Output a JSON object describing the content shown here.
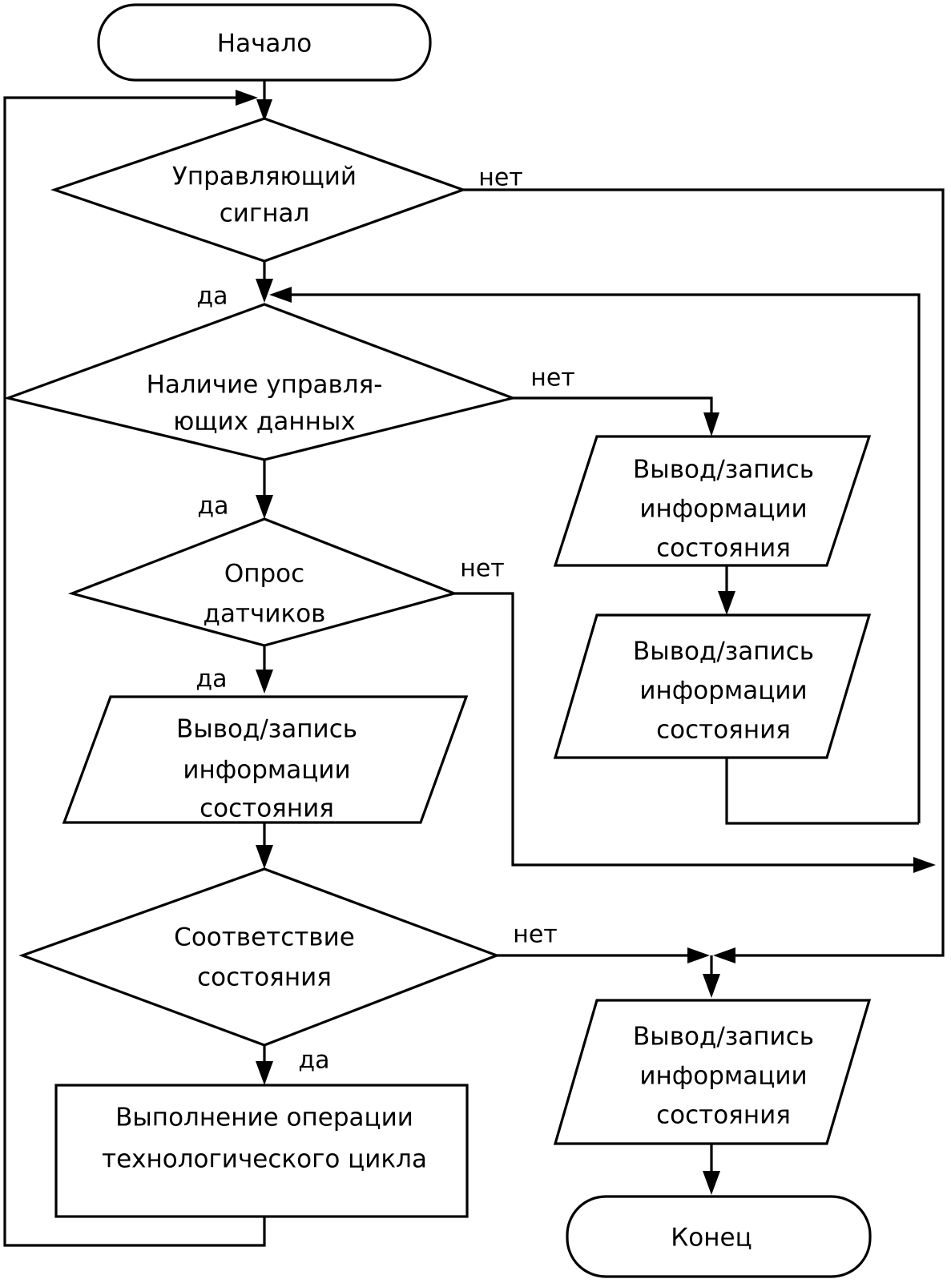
{
  "diagram": {
    "type": "flowchart",
    "language": "ru",
    "orientation": "top-to-bottom",
    "nodes": [
      {
        "id": "start",
        "shape": "terminator",
        "lines": [
          "Начало"
        ]
      },
      {
        "id": "d1",
        "shape": "decision",
        "lines": [
          "Управляющий",
          "сигнал"
        ]
      },
      {
        "id": "d2",
        "shape": "decision",
        "lines": [
          "Наличие управля-",
          "ющих данных"
        ]
      },
      {
        "id": "d3",
        "shape": "decision",
        "lines": [
          "Опрос",
          "датчиков"
        ]
      },
      {
        "id": "io_left",
        "shape": "parallelogram",
        "lines": [
          "Вывод/запись",
          "информации",
          "состояния"
        ]
      },
      {
        "id": "io_r1",
        "shape": "parallelogram",
        "lines": [
          "Вывод/запись",
          "информации",
          "состояния"
        ]
      },
      {
        "id": "io_r2",
        "shape": "parallelogram",
        "lines": [
          "Вывод/запись",
          "информации",
          "состояния"
        ]
      },
      {
        "id": "d4",
        "shape": "decision",
        "lines": [
          "Соответствие",
          "состояния"
        ]
      },
      {
        "id": "process",
        "shape": "process",
        "lines": [
          "Выполнение операции",
          "технологического цикла"
        ]
      },
      {
        "id": "io_end",
        "shape": "parallelogram",
        "lines": [
          "Вывод/запись",
          "информации",
          "состояния"
        ]
      },
      {
        "id": "end",
        "shape": "terminator",
        "lines": [
          "Конец"
        ]
      }
    ],
    "edge_labels": {
      "d1_no": "нет",
      "d1_yes": "да",
      "d2_no": "нет",
      "d2_yes": "да",
      "d3_no": "нет",
      "d3_yes": "да",
      "d4_no": "нет",
      "d4_yes": "да"
    },
    "colors": {
      "stroke": "#000000",
      "fill": "#ffffff",
      "text": "#000000"
    }
  }
}
